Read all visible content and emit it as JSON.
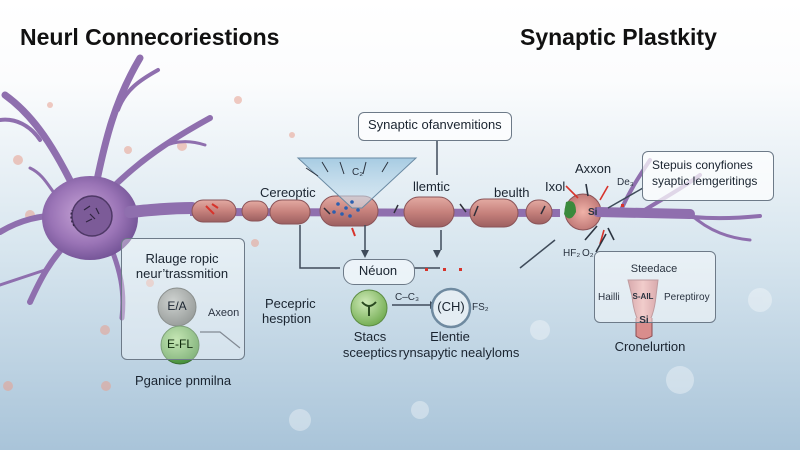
{
  "titles": {
    "left": "Neurl Connecoriestions",
    "right": "Synaptic Plastkity"
  },
  "top_box": {
    "label": "Synaptic ofanvemitions"
  },
  "right_box": {
    "line1": "Stepuis conyfiones",
    "line2": "syaptic lemgeritings"
  },
  "axon_labels": {
    "cereoptic": "Cereoptic",
    "c2": "C₂",
    "llemtic": "llemtic",
    "beulth": "beulth",
    "ixol": "Ixol",
    "axxon": "Axxon",
    "de3": "De₃",
    "si": "Si"
  },
  "chemistry": {
    "nauon": "Néuon",
    "dots": ". . .",
    "c_c3": "C–C₃",
    "ch": "(CH)",
    "fs2": "FS₂",
    "hf2": "HF₂",
    "o2": "O₂"
  },
  "left_panel": {
    "title_line1": "Rlauge ropic",
    "title_line2": "neur’trassmition",
    "circle_top": "E/A",
    "circle_bottom": "E-FL",
    "axeon": "Axeon",
    "caption": "Pganice pnmilna"
  },
  "middle_labels": {
    "pecepric": "Pecepric",
    "hesption": "hesption",
    "stacs": "Stacs",
    "sceeptics": "sceeptics",
    "elentie": "Elentie",
    "rynsapytic": "rynsapytic nealyloms"
  },
  "right_panel": {
    "steedace": "Steedace",
    "hailli": "Hailli",
    "s_ail": "S-AIL",
    "pereptiroy": "Pereptiroy",
    "si": "Si",
    "caption": "Cronelurtion"
  },
  "colors": {
    "neuron_purple": "#8f6fae",
    "myelin": "#c98a84",
    "circle_gray": "#7c8480",
    "circle_green": "#57a04a",
    "receptor_green": "#8cc56a",
    "ch_ring": "#8aa3b8",
    "red_accent": "#d7332b",
    "background_blue": "#b9d2e4"
  }
}
